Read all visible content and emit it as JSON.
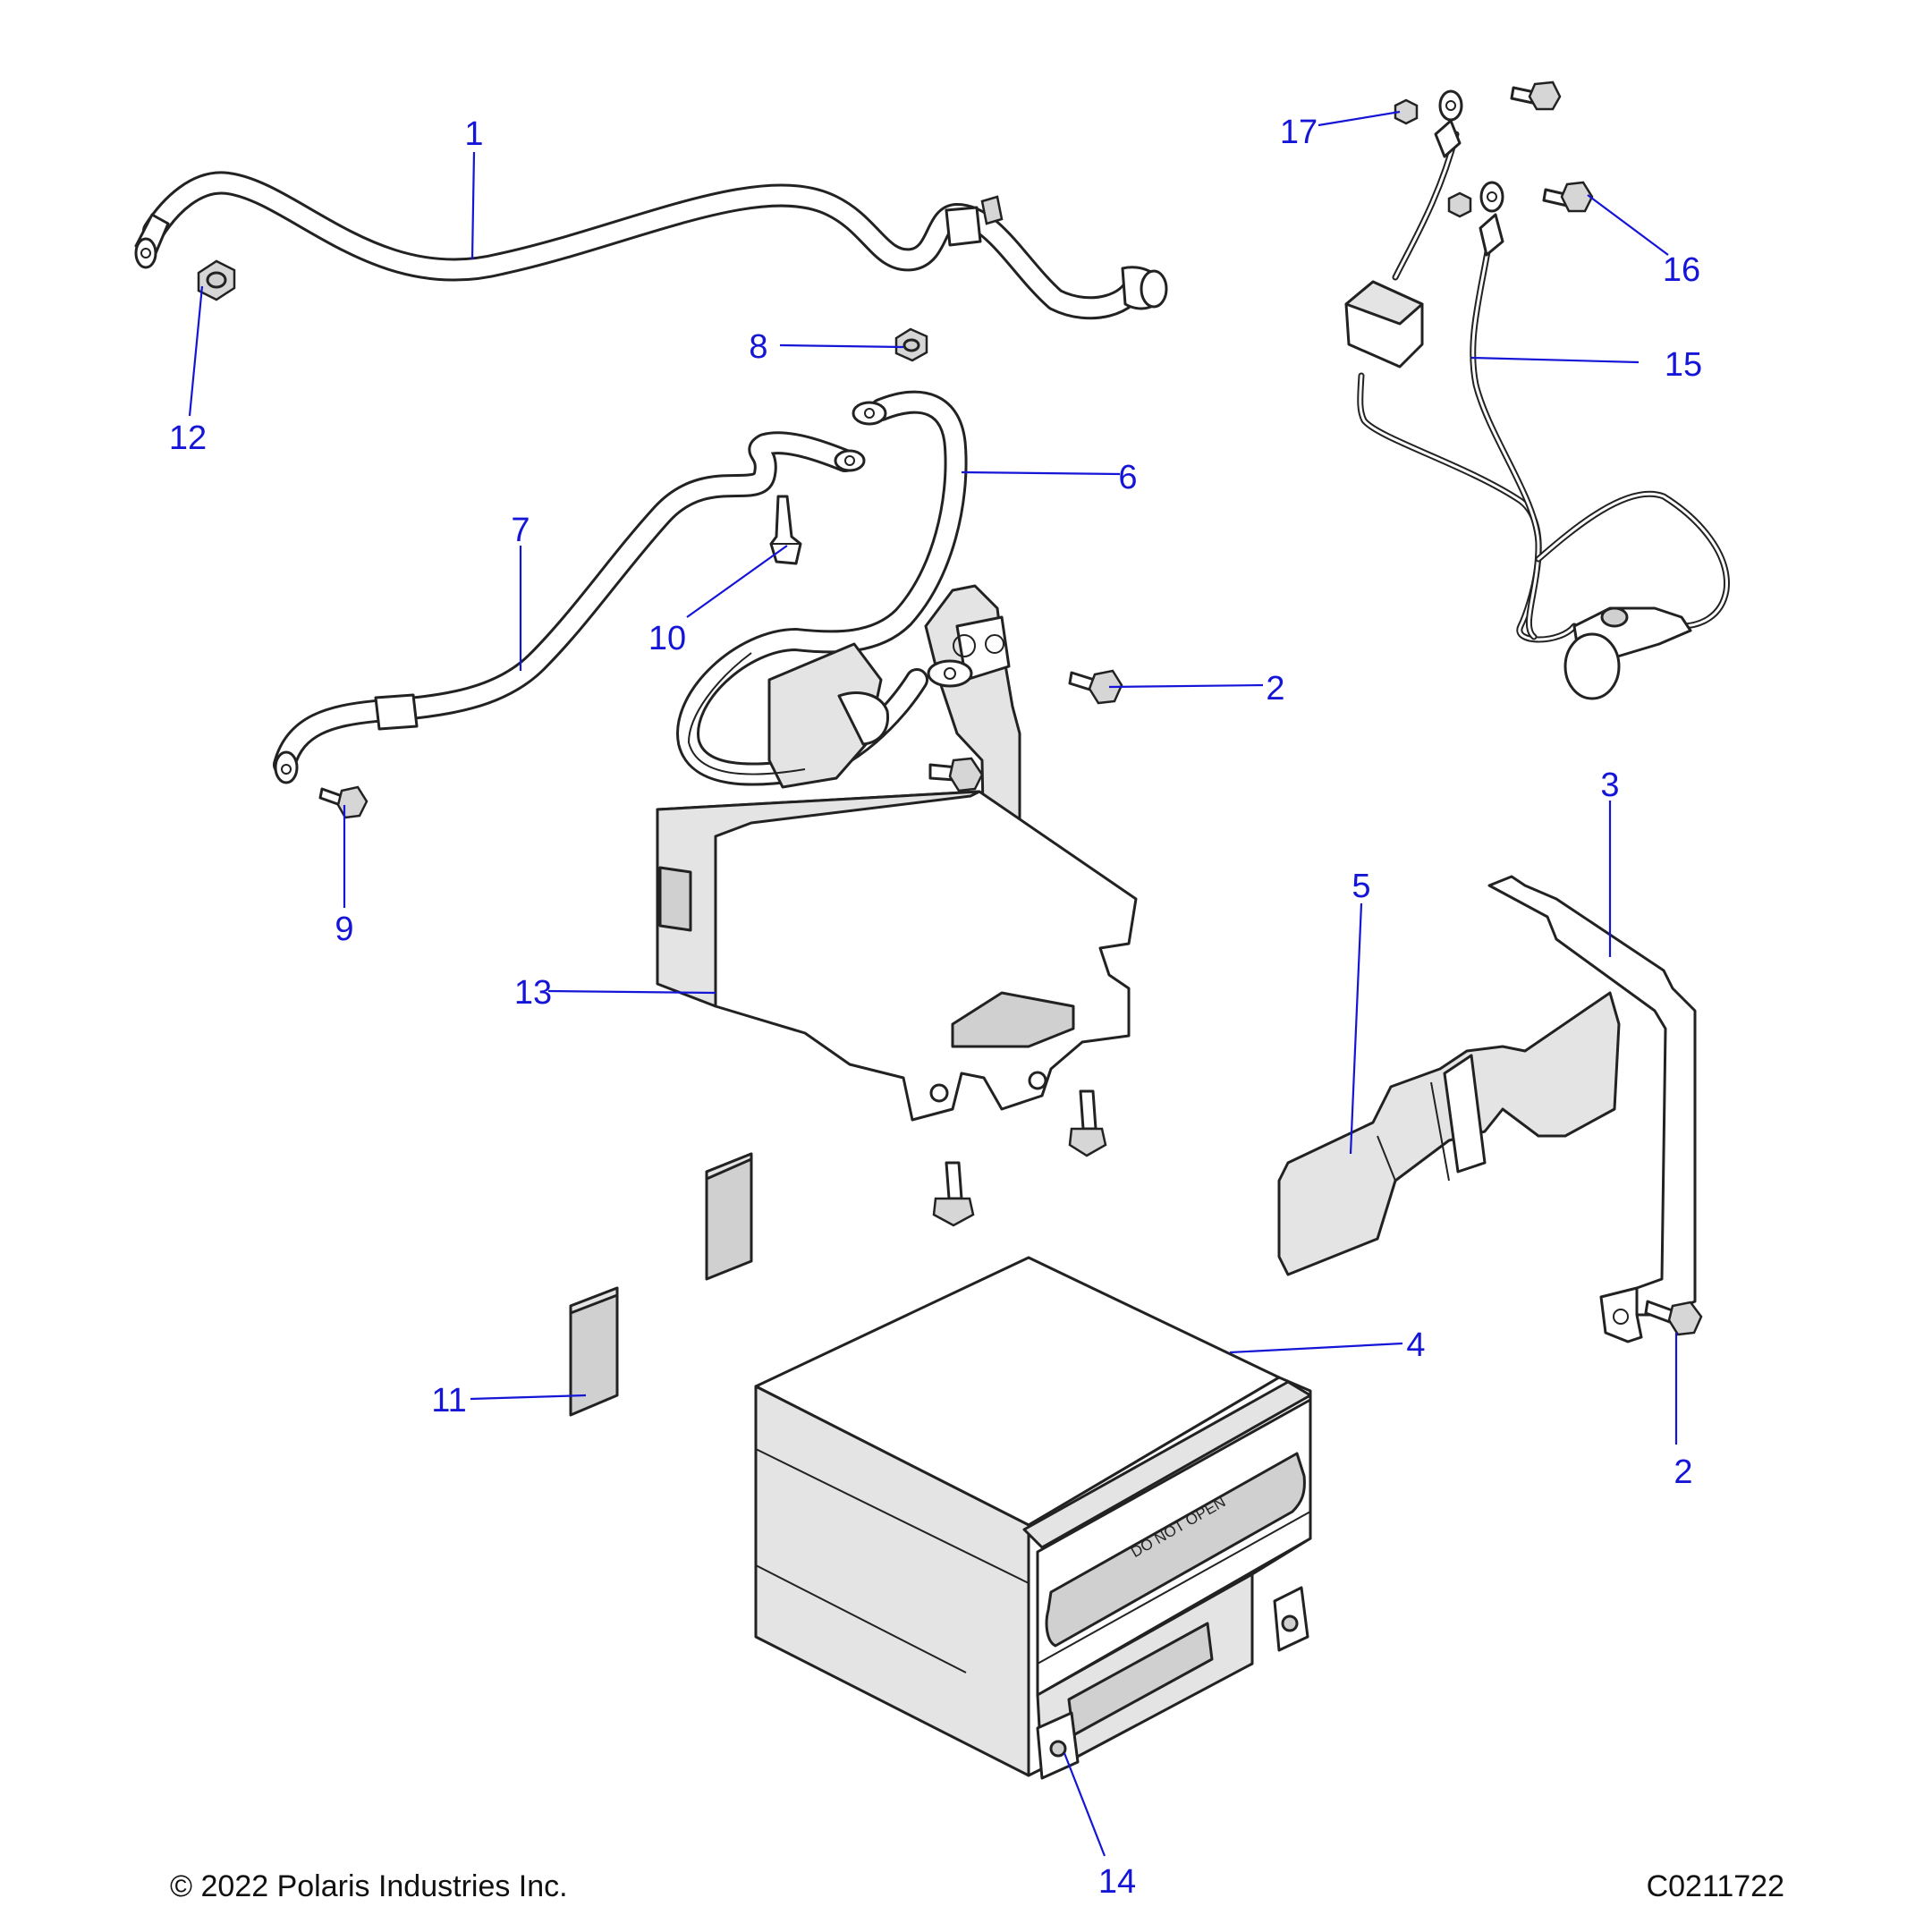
{
  "callouts": {
    "c1": "1",
    "c2a": "2",
    "c2b": "2",
    "c3": "3",
    "c4": "4",
    "c5": "5",
    "c6": "6",
    "c7": "7",
    "c8": "8",
    "c9": "9",
    "c10": "10",
    "c11": "11",
    "c12": "12",
    "c13": "13",
    "c14": "14",
    "c15": "15",
    "c16": "16",
    "c17": "17"
  },
  "battery_label": "DO NOT OPEN",
  "footer": {
    "copyright": "© 2022 Polaris Industries Inc.",
    "drawing_id": "C0211722"
  },
  "colors": {
    "callout": "#1515d8",
    "linework": "#222222",
    "background": "#ffffff"
  }
}
